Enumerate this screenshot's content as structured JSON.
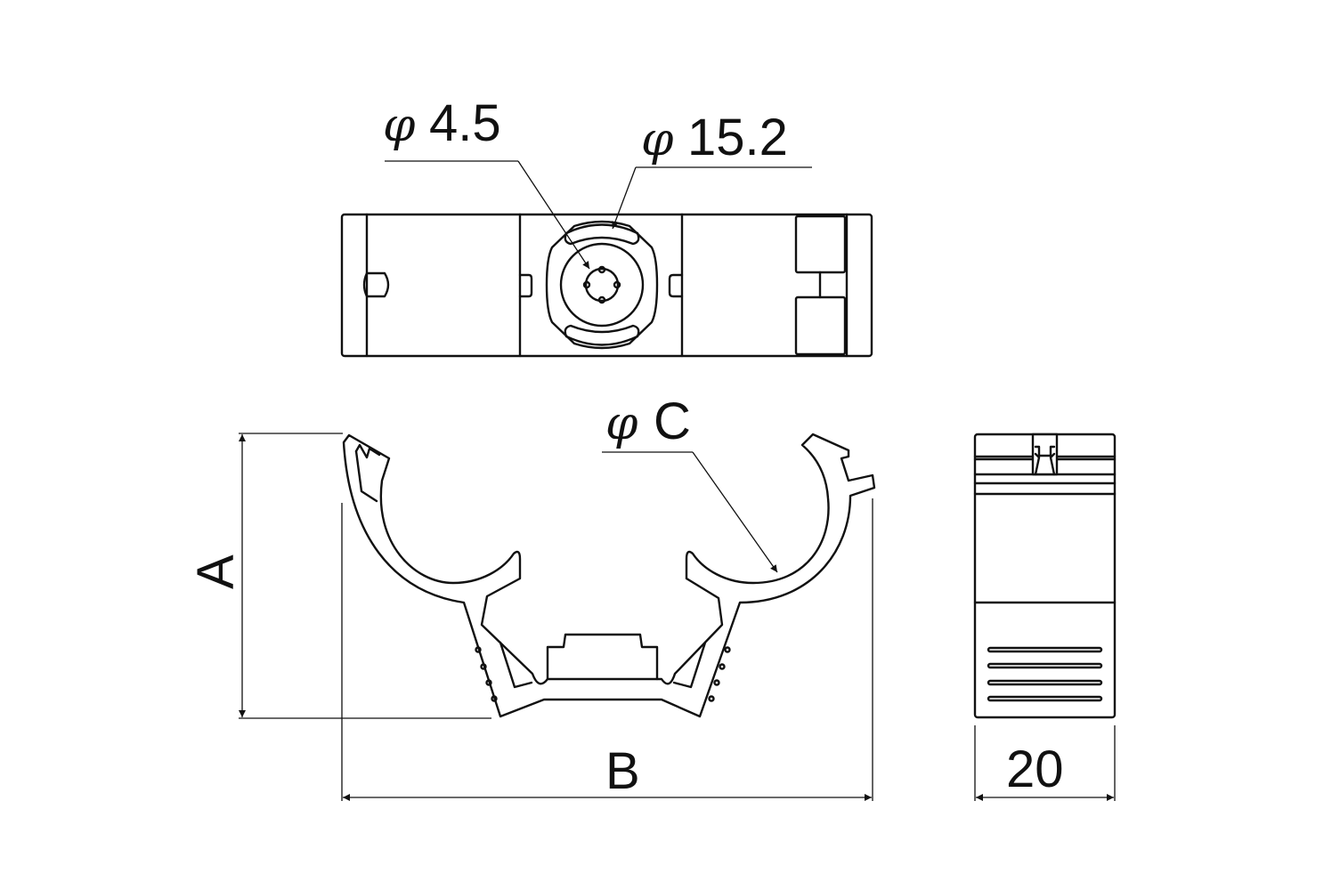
{
  "dimensions": {
    "hole_label": {
      "symbol": "φ",
      "value": "4.5"
    },
    "boss_label": {
      "symbol": "φ",
      "value": "15.2"
    },
    "clamp_label": {
      "symbol": "φ",
      "value": "C"
    },
    "height_label": "A",
    "width_label": "B",
    "depth_label": "20"
  },
  "colors": {
    "line": "#111111",
    "background": "#ffffff"
  }
}
